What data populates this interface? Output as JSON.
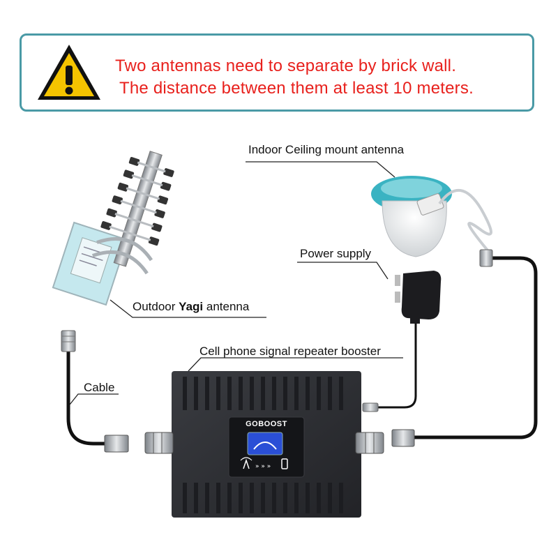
{
  "warning": {
    "line1": "Two antennas need to separate by brick wall.",
    "line2": "The distance between them at least 10 meters."
  },
  "labels": {
    "indoor": "Indoor Ceiling mount antenna",
    "power": "Power supply",
    "outdoor_prefix": "Outdoor",
    "outdoor_bold": "Yagi",
    "outdoor_suffix": "antenna",
    "booster": "Cell phone signal repeater booster",
    "cable": "Cable"
  },
  "device": {
    "brand": "GOBOOST"
  },
  "icons": [
    "warning-icon",
    "yagi-antenna-icon",
    "ceiling-antenna-icon",
    "power-adapter-icon",
    "booster-icon",
    "connector-icon",
    "signal-tower-icon",
    "phone-icon"
  ],
  "colors": {
    "banner_border": "#4a9aa6",
    "warning_text": "#e8201c",
    "warning_yellow": "#f5c400",
    "antenna_teal": "#3ab3c2",
    "booster_body": "#2b2d31",
    "screen_blue": "#2a4fd6"
  }
}
